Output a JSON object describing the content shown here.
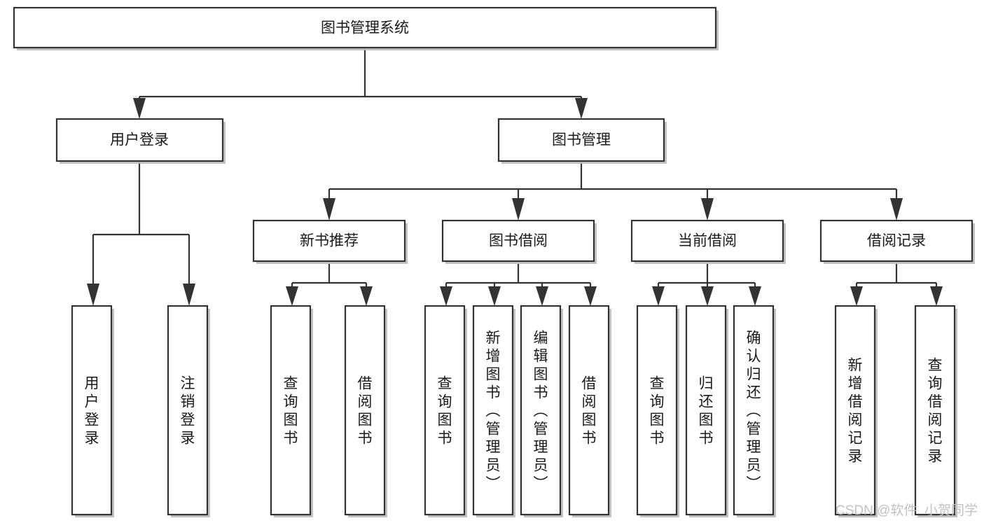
{
  "diagram": {
    "type": "tree",
    "title": "图书管理系统",
    "root": {
      "id": "root",
      "label": "图书管理系统",
      "orientation": "horizontal"
    },
    "level2": [
      {
        "id": "user-login",
        "label": "用户登录",
        "orientation": "horizontal"
      },
      {
        "id": "book-management",
        "label": "图书管理",
        "orientation": "horizontal"
      }
    ],
    "level3": [
      {
        "id": "new-book-recommend",
        "label": "新书推荐",
        "orientation": "horizontal",
        "parent": "book-management"
      },
      {
        "id": "book-borrow",
        "label": "图书借阅",
        "orientation": "horizontal",
        "parent": "book-management"
      },
      {
        "id": "current-borrow",
        "label": "当前借阅",
        "orientation": "horizontal",
        "parent": "book-management"
      },
      {
        "id": "borrow-record",
        "label": "借阅记录",
        "orientation": "horizontal",
        "parent": "book-management"
      }
    ],
    "leaves": [
      {
        "id": "leaf-user-login",
        "label": "用户登录",
        "orientation": "vertical",
        "parent": "user-login"
      },
      {
        "id": "leaf-logout-login",
        "label": "注销登录",
        "orientation": "vertical",
        "parent": "user-login"
      },
      {
        "id": "leaf-query-book-1",
        "label": "查询图书",
        "orientation": "vertical",
        "parent": "new-book-recommend"
      },
      {
        "id": "leaf-borrow-book-1",
        "label": "借阅图书",
        "orientation": "vertical",
        "parent": "new-book-recommend"
      },
      {
        "id": "leaf-query-book-2",
        "label": "查询图书",
        "orientation": "vertical",
        "parent": "book-borrow"
      },
      {
        "id": "leaf-add-book",
        "label": "新增图书（管理员）",
        "orientation": "vertical",
        "parent": "book-borrow"
      },
      {
        "id": "leaf-edit-book",
        "label": "编辑图书（管理员）",
        "orientation": "vertical",
        "parent": "book-borrow"
      },
      {
        "id": "leaf-borrow-book-2",
        "label": "借阅图书",
        "orientation": "vertical",
        "parent": "book-borrow"
      },
      {
        "id": "leaf-query-book-3",
        "label": "查询图书",
        "orientation": "vertical",
        "parent": "current-borrow"
      },
      {
        "id": "leaf-return-book",
        "label": "归还图书",
        "orientation": "vertical",
        "parent": "current-borrow"
      },
      {
        "id": "leaf-confirm-return",
        "label": "确认归还（管理员）",
        "orientation": "vertical",
        "parent": "current-borrow"
      },
      {
        "id": "leaf-add-record",
        "label": "新增借阅记录",
        "orientation": "vertical",
        "parent": "borrow-record"
      },
      {
        "id": "leaf-query-record",
        "label": "查询借阅记录",
        "orientation": "vertical",
        "parent": "borrow-record"
      }
    ],
    "colors": {
      "box_stroke": "#333333",
      "box_fill": "#ffffff",
      "line": "#333333",
      "text": "#1a1a1a",
      "background": "#ffffff",
      "watermark": "#c2c2c2"
    }
  },
  "watermark": {
    "text": "CSDN @软件_小贺同学"
  }
}
